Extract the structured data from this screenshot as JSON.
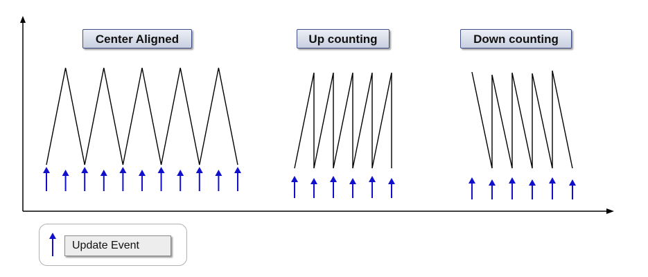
{
  "titles": {
    "center_aligned": "Center Aligned",
    "up_counting": "Up counting",
    "down_counting": "Down counting"
  },
  "legend": {
    "label": "Update Event",
    "arrow_color": "#1010cc"
  },
  "colors": {
    "waveform": "#000000",
    "axis": "#000000",
    "update_arrow": "#1010cc"
  },
  "waveforms": {
    "center_aligned": {
      "type": "triangle",
      "peaks": 5,
      "update_events": 11
    },
    "up_counting": {
      "type": "sawtooth-up",
      "ramps": 5,
      "update_events": 6
    },
    "down_counting": {
      "type": "sawtooth-down",
      "ramps": 5,
      "update_events": 6
    }
  }
}
